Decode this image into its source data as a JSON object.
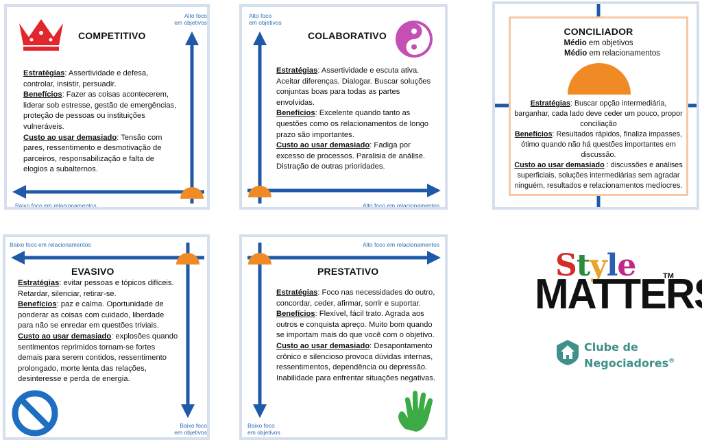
{
  "competitivo": {
    "title": "COMPETITIVO",
    "axis_top": [
      "Alto foco",
      "em objetivos"
    ],
    "axis_bottom": "Baixo foco em relacionamentos",
    "estrategias_label": "Estratégias",
    "estrategias": ": Assertividade e defesa, controlar, insistir,  persuadir.",
    "beneficios_label": "Benefícios",
    "beneficios": ": Fazer as coisas acontecerem, liderar sob estresse, gestão de emergências, proteção de pessoas ou instituições vulneráveis.",
    "custo_label": "Custo ao usar demasiado",
    "custo": ": Tensão com pares, ressentimento e desmotivação de parceiros, responsabilização e falta de elogios a subalternos."
  },
  "colaborativo": {
    "title": "COLABORATIVO",
    "axis_top": [
      "Alto foco",
      "em objetivos"
    ],
    "axis_bottom": "Alto  foco em relacionamentos",
    "estrategias_label": "Estratégias",
    "estrategias": ": Assertividade e escuta ativa. Aceitar diferenças. Dialogar. Buscar soluções conjuntas boas para todas as partes envolvidas.",
    "beneficios_label": "Benefícios",
    "beneficios": ": Excelente quando tanto as questões como os relacionamentos de longo prazo são importantes.",
    "custo_label": "Custo ao usar demasiado",
    "custo": ": Fadiga por excesso de processos.  Paralisia de análise. Distração de outras prioridades."
  },
  "conciliador": {
    "title": "CONCILIADOR",
    "line1_bold": "Médio",
    "line1_rest": " em objetivos",
    "line2_bold": "Médio",
    "line2_rest": " em relacionamentos",
    "estrategias_label": "Estratégias",
    "estrategias": ": Buscar opção intermediária, barganhar, cada lado deve ceder um pouco, propor conciliação",
    "beneficios_label": "Benefícios",
    "beneficios": ": Resultados rápidos, finaliza impasses, ótimo quando não há questões importantes em discussão.",
    "custo_label": "Custo ao usar demasiado",
    "custo": " : discussões e análises superficiais, soluções intermediárias sem agradar ninguém, resultados e relacionamentos medíocres."
  },
  "evasivo": {
    "title": "EVASIVO",
    "axis_top": "Baixo foco em relacionamentos",
    "axis_bottom": [
      "Baixo foco",
      "em objetivos"
    ],
    "estrategias_label": "Estratégias",
    "estrategias": ": evitar pessoas e tópicos difíceis. Retardar, silenciar, retirar-se.",
    "beneficios_label": "Benefícios",
    "beneficios": ": paz e calma.  Oportunidade de ponderar as coisas com cuidado, liberdade para não se enredar em questões triviais.",
    "custo_label": "Custo ao usar demasiado",
    "custo": ": explosões quando sentimentos reprimidos tornam-se fortes demais para serem contidos, ressentimento prolongado, morte lenta das relações, desinteresse e perda de energia."
  },
  "prestativo": {
    "title": "PRESTATIVO",
    "axis_top": "Alto  foco em relacionamentos",
    "axis_bottom": [
      "Baixo foco",
      "em objetivos"
    ],
    "estrategias_label": "Estratégias",
    "estrategias": ": Foco nas necessidades do outro, concordar, ceder, afirmar, sorrir e suportar.",
    "beneficios_label": "Benefícios",
    "beneficios": ": Flexível, fácil trato. Agrada aos outros e conquista apreço. Muito bom quando se importam mais do que você com o  objetivo.",
    "custo_label": "Custo ao usar demasiado",
    "custo": ": Desapontamento crônico e silencioso provoca dúvidas internas, ressentimentos, dependência ou depressão. Inabilidade para enfrentar situações negativas."
  },
  "logo": {
    "style": [
      "S",
      "t",
      "y",
      "l",
      "e"
    ],
    "matters": "MATTERS",
    "tm": "TM",
    "clube_line1": "Clube de",
    "clube_line2": "Negociadores",
    "registered": "®"
  },
  "colors": {
    "axis": "#1f5aa8",
    "label_blue": "#2e6db4",
    "orange": "#f08a24",
    "crown_red": "#e3262c",
    "yinyang": "#c44fb5",
    "no_sign": "#1e6fc1",
    "hand_green": "#3dab45",
    "conciliador_border": "#f6c9a4",
    "teal": "#3f8f8a",
    "style_colors": [
      "#d52b2b",
      "#2b8a3e",
      "#e8a32a",
      "#2b5fb3",
      "#c02a86"
    ]
  },
  "icons": {
    "competitivo": "crown-icon",
    "colaborativo": "yin-yang-icon",
    "conciliador": "half-sun-icon",
    "evasivo": "no-sign-icon",
    "prestativo": "open-hand-icon",
    "clube": "house-shield-icon"
  }
}
